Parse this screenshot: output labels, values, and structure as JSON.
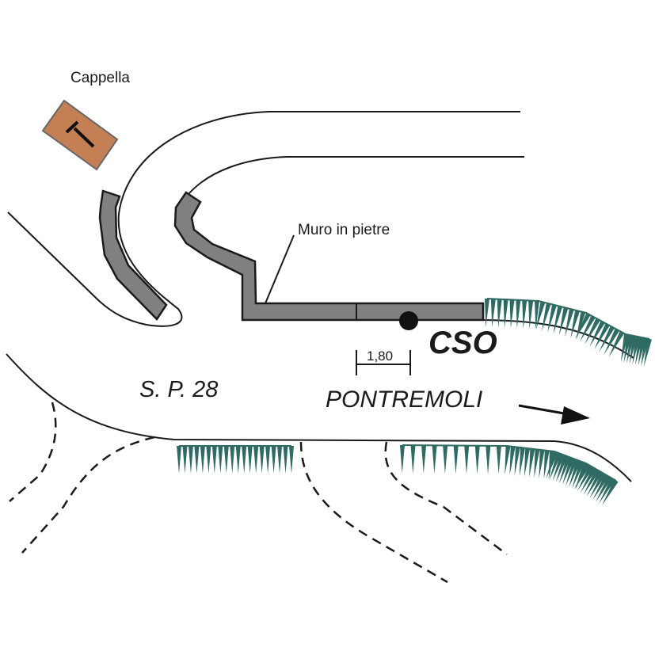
{
  "diagram": {
    "title": "Sketch map of CSO location along S.P. 28",
    "labels": {
      "chapel": "Cappella",
      "wall": "Muro in pietre",
      "road": "S. P. 28",
      "cso": "CSO",
      "direction": "PONTREMOLI",
      "dimension": "1,80"
    },
    "colors": {
      "wall_fill": "#808080",
      "chapel_fill": "#c57f55",
      "chapel_stroke": "#666666",
      "vegetation": "#2f6b63",
      "line": "#1a1a1a"
    },
    "legend_icons": {
      "chapel": "cross-icon",
      "cso_point": "dot-marker",
      "direction": "arrow-right-icon"
    }
  }
}
